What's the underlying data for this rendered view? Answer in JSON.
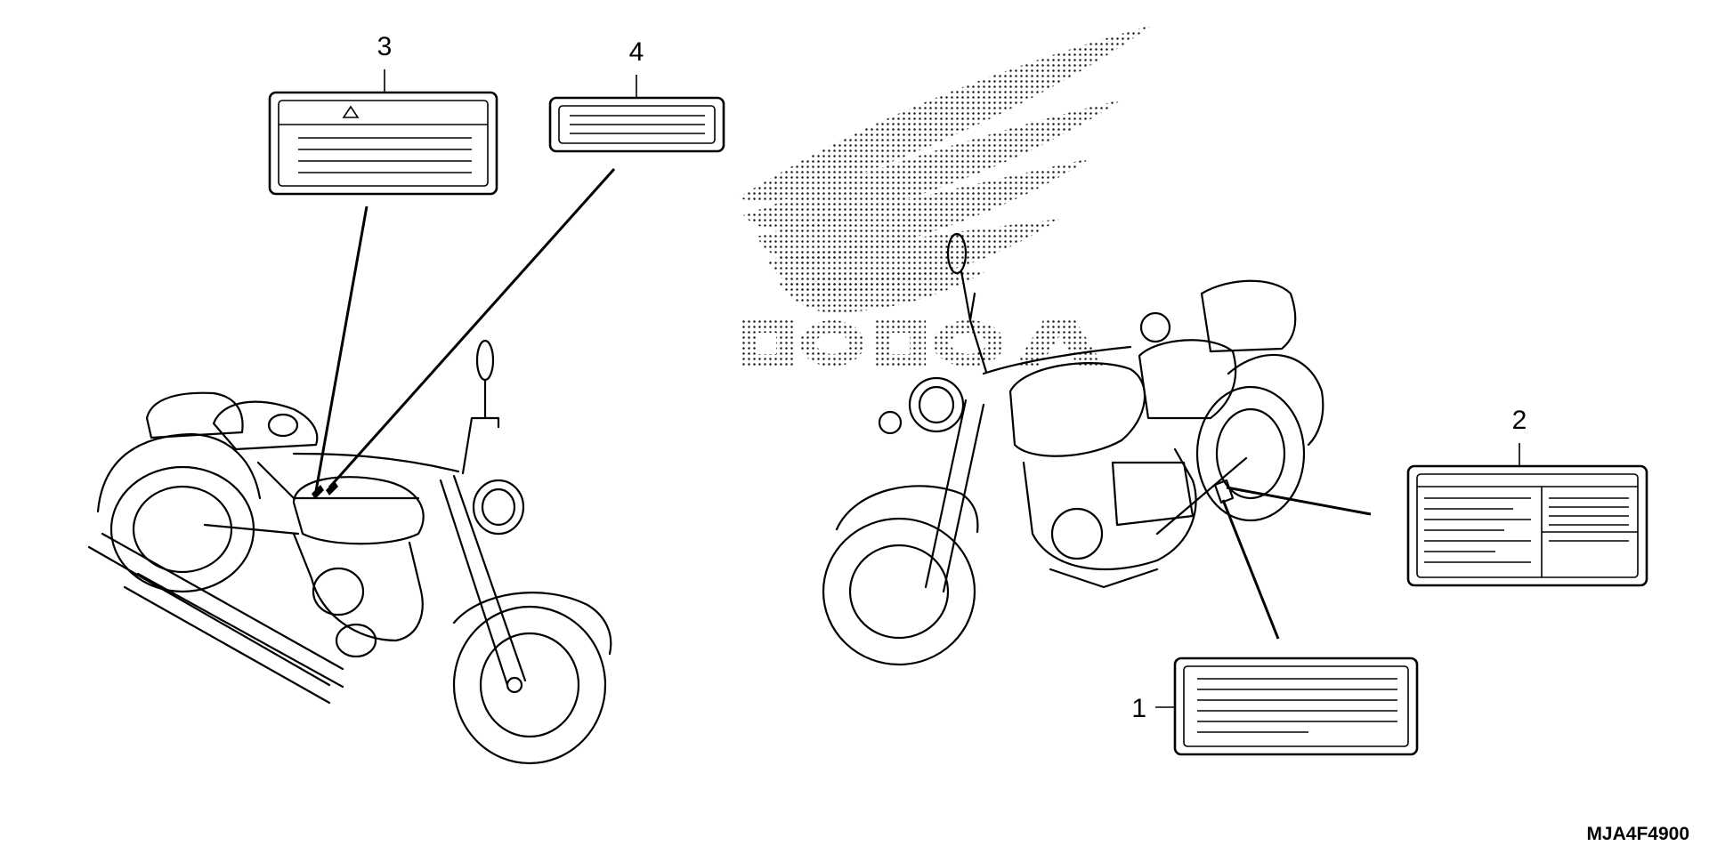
{
  "diagram": {
    "callouts": [
      {
        "number": "1",
        "part": "caution-label-1"
      },
      {
        "number": "2",
        "part": "caution-label-2"
      },
      {
        "number": "3",
        "part": "caution-label-3"
      },
      {
        "number": "4",
        "part": "caution-label-4"
      }
    ],
    "drawing_code": "MJA4F4900",
    "brand_watermark_text": "HONDA",
    "icons": {
      "warning": "warning-triangle-icon",
      "logo": "honda-wing-logo-icon"
    }
  }
}
